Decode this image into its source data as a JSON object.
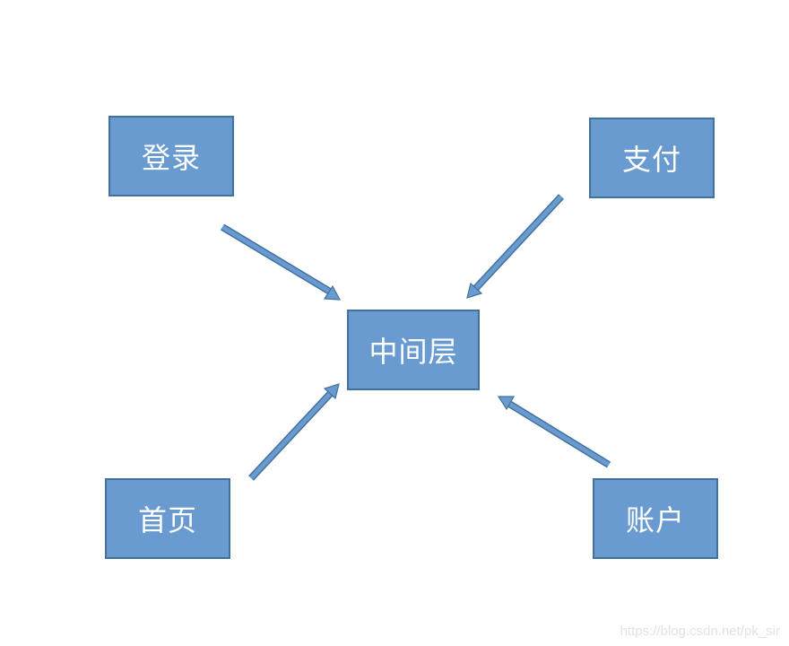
{
  "diagram": {
    "nodes": {
      "login": "登录",
      "pay": "支付",
      "middle": "中间层",
      "home": "首页",
      "account": "账户"
    },
    "edges": [
      {
        "from": "登录",
        "to": "中间层"
      },
      {
        "from": "支付",
        "to": "中间层"
      },
      {
        "from": "首页",
        "to": "中间层"
      },
      {
        "from": "账户",
        "to": "中间层"
      }
    ],
    "colors": {
      "node_fill": "#6a9bd0",
      "node_border": "#41719c",
      "node_text": "#ffffff",
      "background": "#ffffff"
    }
  },
  "watermark": "https://blog.csdn.net/pk_sir"
}
